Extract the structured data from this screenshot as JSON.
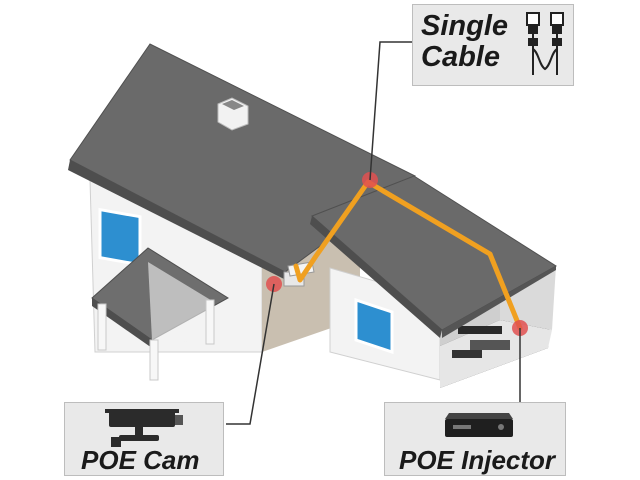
{
  "labels": {
    "cable": {
      "line1": "Single",
      "line2": "Cable",
      "icon": "cable-connector-icon"
    },
    "camera": {
      "text": "POE Cam",
      "icon": "security-camera-icon"
    },
    "injector": {
      "text": "POE Injector",
      "icon": "poe-injector-device-icon"
    }
  },
  "colors": {
    "roof": "#6a6a6a",
    "wall": "#f2f2f2",
    "cable": "#f0a020",
    "marker": "#e05050",
    "window": "#2d8fd0",
    "box_bg": "#e9e9e9"
  }
}
